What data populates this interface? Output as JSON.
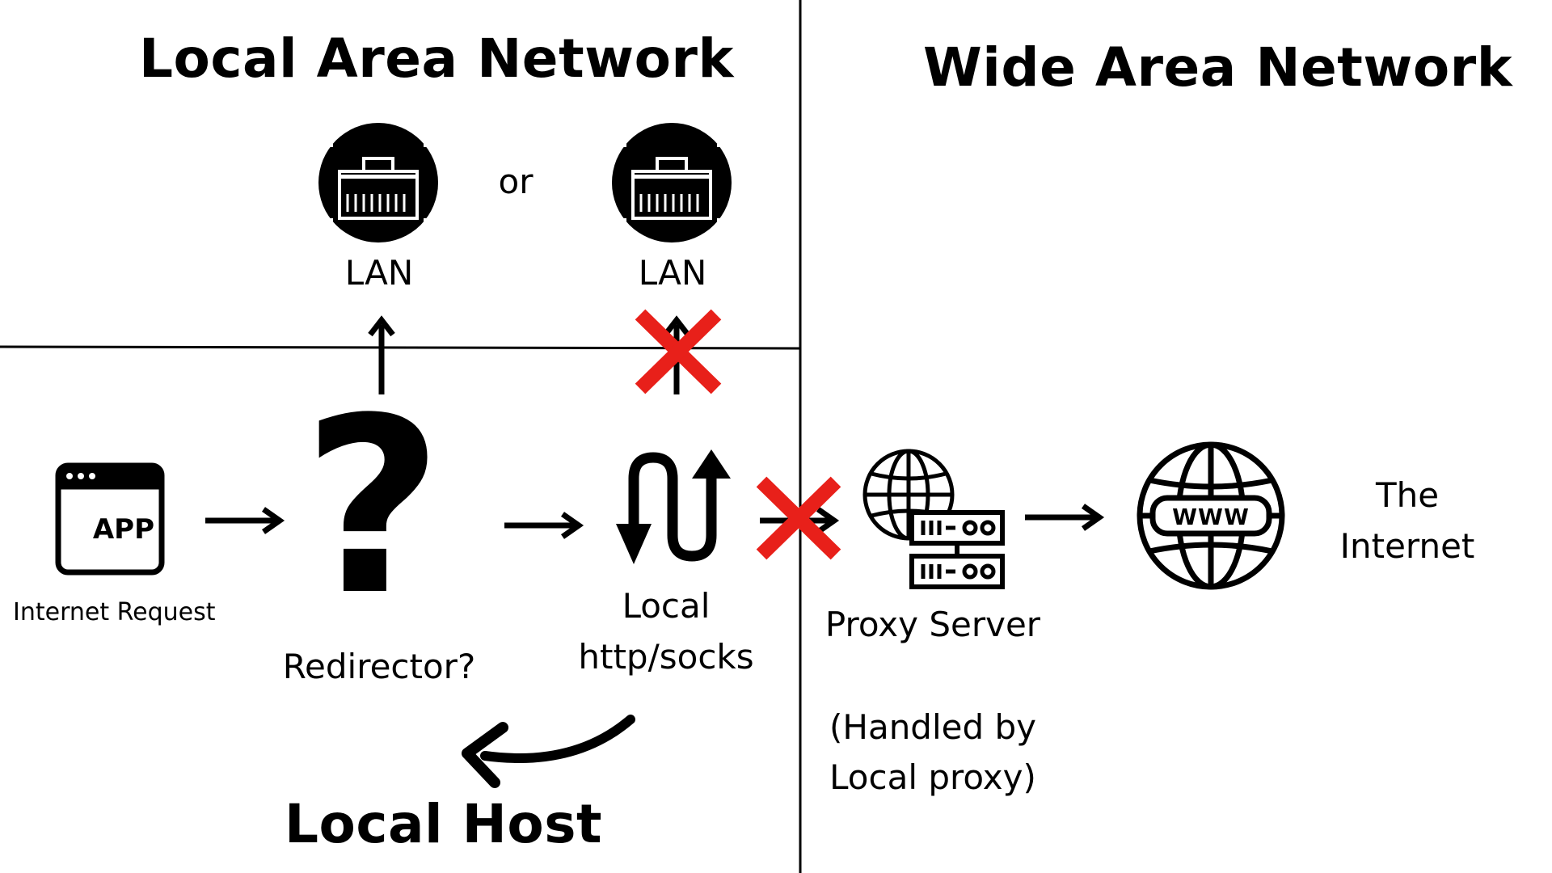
{
  "sections": {
    "lan_title": "Local Area Network",
    "wan_title": "Wide Area Network"
  },
  "lan_options": {
    "label_left": "LAN",
    "label_right": "LAN",
    "separator": "or"
  },
  "flow": {
    "app_icon_text": "APP",
    "app_label": "Internet Request",
    "redirector_label": "Redirector?",
    "local_proxy_line1": "Local",
    "local_proxy_line2": "http/socks",
    "local_host_label": "Local Host",
    "proxy_server_label": "Proxy Server",
    "proxy_note_line1": "(Handled by",
    "proxy_note_line2": "Local proxy)",
    "www_text": "WWW",
    "internet_line1": "The",
    "internet_line2": "Internet"
  },
  "colors": {
    "ink": "#000000",
    "background": "#ffffff",
    "blocked_cross": "#e8201a"
  },
  "icons": {
    "lan_port": "ethernet-port-icon",
    "app": "app-window-icon",
    "redirector": "question-mark-icon",
    "local_proxy": "up-down-arrows-icon",
    "proxy_server": "globe-server-icon",
    "internet": "www-globe-icon",
    "blocked": "red-cross-icon"
  }
}
